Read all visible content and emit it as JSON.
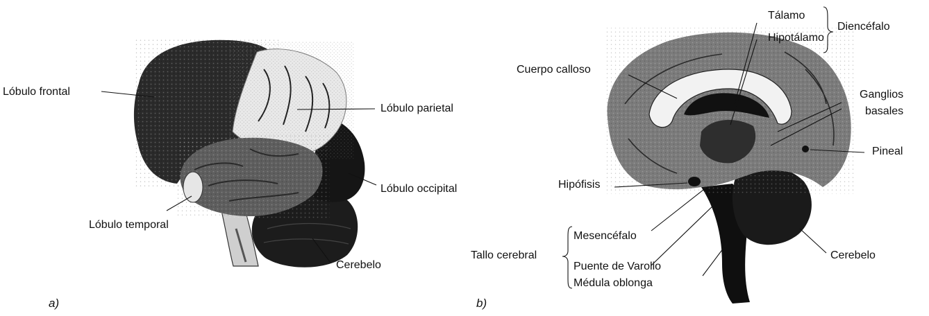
{
  "panels": [
    {
      "tag": "a)",
      "labels": {
        "frontal": "Lóbulo frontal",
        "parietal": "Lóbulo parietal",
        "occipital": "Lóbulo occipital",
        "temporal": "Lóbulo temporal",
        "cerebelo": "Cerebelo"
      }
    },
    {
      "tag": "b)",
      "labels": {
        "talamo": "Tálamo",
        "hipotalamo": "Hipotálamo",
        "diencefalo": "Diencéfalo",
        "cuerpo_calloso": "Cuerpo calloso",
        "ganglios_1": "Ganglios",
        "ganglios_2": "basales",
        "pineal": "Pineal",
        "hipofisis": "Hipófisis",
        "mesencefalo": "Mesencéfalo",
        "tallo_cerebral": "Tallo cerebral",
        "puente": "Puente de Varolio",
        "medula": "Médula oblonga",
        "cerebelo": "Cerebelo"
      }
    }
  ],
  "colors": {
    "frontal": "#2a2a2a",
    "parietal": "#e9e9e9",
    "occipital": "#151515",
    "temporal": "#5e5e5e",
    "cerebellum": "#1c1c1c",
    "cortex_medial": "#7b7b7b",
    "brainstem": "#0f0f0f",
    "callosum": "#f2f2f2"
  }
}
